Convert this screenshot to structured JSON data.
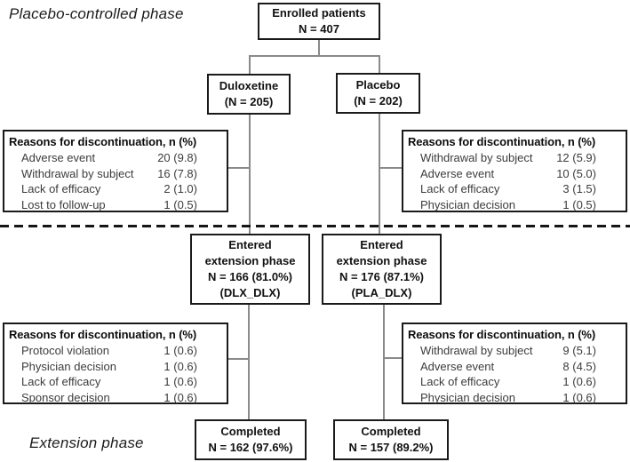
{
  "phase_labels": {
    "top": "Placebo-controlled phase",
    "bottom": "Extension phase"
  },
  "flow": {
    "enrolled": {
      "lines": [
        "Enrolled patients",
        "N = 407"
      ]
    },
    "duloxetine": {
      "lines": [
        "Duloxetine",
        "(N = 205)"
      ]
    },
    "placebo": {
      "lines": [
        "Placebo",
        "(N = 202)"
      ]
    },
    "entered_dlx": {
      "lines": [
        "Entered",
        "extension phase",
        "N = 166 (81.0%)",
        "(DLX_DLX)"
      ]
    },
    "entered_pla": {
      "lines": [
        "Entered",
        "extension phase",
        "N = 176 (87.1%)",
        "(PLA_DLX)"
      ]
    },
    "completed_dlx": {
      "lines": [
        "Completed",
        "N = 162 (97.6%)"
      ]
    },
    "completed_pla": {
      "lines": [
        "Completed",
        "N = 157 (89.2%)"
      ]
    }
  },
  "discontinuation": {
    "title": "Reasons for discontinuation, n (%)",
    "boxes": [
      {
        "group": "duloxetine-placebo-controlled-phase",
        "rows": [
          {
            "label": "Adverse event",
            "value": "20 (9.8)"
          },
          {
            "label": "Withdrawal by subject",
            "value": "16 (7.8)"
          },
          {
            "label": "Lack of efficacy",
            "value": "2 (1.0)"
          },
          {
            "label": "Lost to follow-up",
            "value": "1 (0.5)"
          }
        ]
      },
      {
        "group": "placebo-placebo-controlled-phase",
        "rows": [
          {
            "label": "Withdrawal by subject",
            "value": "12 (5.9)"
          },
          {
            "label": "Adverse event",
            "value": "10 (5.0)"
          },
          {
            "label": "Lack of efficacy",
            "value": "3 (1.5)"
          },
          {
            "label": "Physician decision",
            "value": "1 (0.5)"
          }
        ]
      },
      {
        "group": "dlx-dlx-extension-phase",
        "rows": [
          {
            "label": "Protocol violation",
            "value": "1 (0.6)"
          },
          {
            "label": "Physician decision",
            "value": "1 (0.6)"
          },
          {
            "label": "Lack of efficacy",
            "value": "1 (0.6)"
          },
          {
            "label": "Sponsor decision",
            "value": "1 (0.6)"
          }
        ]
      },
      {
        "group": "pla-dlx-extension-phase",
        "rows": [
          {
            "label": "Withdrawal by subject",
            "value": "9 (5.1)"
          },
          {
            "label": "Adverse event",
            "value": "8 (4.5)"
          },
          {
            "label": "Lack of efficacy",
            "value": "1 (0.6)"
          },
          {
            "label": "Physician decision",
            "value": "1 (0.6)"
          }
        ]
      }
    ]
  },
  "colors": {
    "background": "#ffffff",
    "box_border": "#1a1a1a",
    "box_text": "#111111",
    "row_text": "#3c3c3c",
    "connector": "#8a8a8a",
    "divider": "#161616"
  }
}
